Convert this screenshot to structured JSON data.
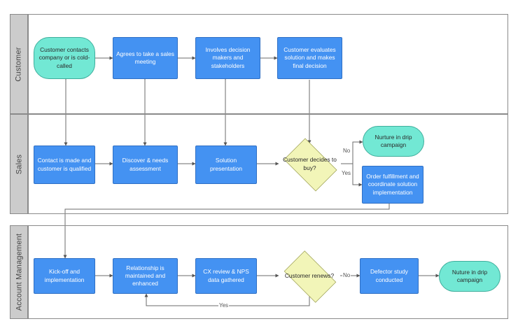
{
  "diagram": {
    "title": "Customer lifecycle swimlane flowchart",
    "colors": {
      "process_fill": "#4492f2",
      "process_stroke": "#2f6fc4",
      "terminator_fill": "#72e8d4",
      "terminator_stroke": "#3fae9c",
      "decision_fill": "#f2f5b8",
      "decision_stroke": "#9a9d55",
      "lane_header_fill": "#cccccc",
      "lane_border": "#8a8a8a",
      "connector": "#6b6b6b",
      "background": "#ffffff"
    }
  },
  "lanes": [
    {
      "id": "customer",
      "label": "Customer"
    },
    {
      "id": "sales",
      "label": "Sales"
    },
    {
      "id": "account_management",
      "label": "Account Management"
    }
  ],
  "nodes": {
    "customer": [
      {
        "id": "c1",
        "shape": "terminator",
        "text": "Customer contacts company or is cold-called"
      },
      {
        "id": "c2",
        "shape": "process",
        "text": "Agrees to take a sales meeting"
      },
      {
        "id": "c3",
        "shape": "process",
        "text": "Involves decision makers and stakeholders"
      },
      {
        "id": "c4",
        "shape": "process",
        "text": "Customer evaluates solution and makes final decision"
      }
    ],
    "sales": [
      {
        "id": "s1",
        "shape": "process",
        "text": "Contact is made and customer is qualified"
      },
      {
        "id": "s2",
        "shape": "process",
        "text": "Discover & needs assessment"
      },
      {
        "id": "s3",
        "shape": "process",
        "text": "Solution presentation"
      },
      {
        "id": "s4",
        "shape": "decision",
        "text": "Customer decides to buy?"
      },
      {
        "id": "s5",
        "shape": "terminator",
        "text": "Nurture in drip campaign"
      },
      {
        "id": "s6",
        "shape": "process",
        "text": "Order fulfillment and coordinate solution implementation"
      }
    ],
    "account_management": [
      {
        "id": "a1",
        "shape": "process",
        "text": "Kick-off and implementation"
      },
      {
        "id": "a2",
        "shape": "process",
        "text": "Relationship is maintained and enhanced"
      },
      {
        "id": "a3",
        "shape": "process",
        "text": "CX review & NPS data gathered"
      },
      {
        "id": "a4",
        "shape": "decision",
        "text": "Customer renews?"
      },
      {
        "id": "a5",
        "shape": "process",
        "text": "Defector study conducted"
      },
      {
        "id": "a6",
        "shape": "terminator",
        "text": "Nuture in drip campaign"
      }
    ]
  },
  "edge_labels": {
    "sales_no": "No",
    "sales_yes": "Yes",
    "am_no": "No",
    "am_yes": "Yes"
  }
}
